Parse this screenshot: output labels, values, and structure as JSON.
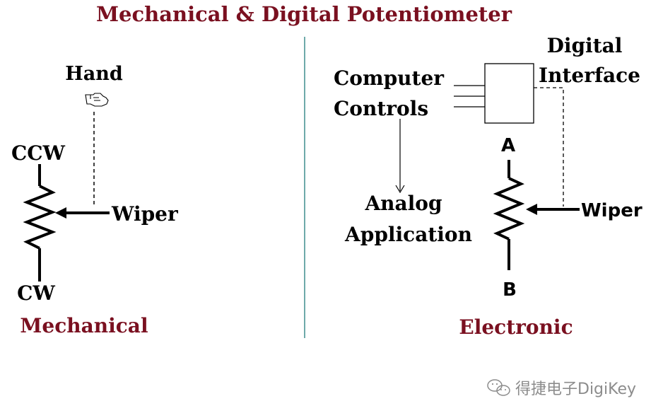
{
  "title": "Mechanical & Digital Potentiometer",
  "colors": {
    "title": "#7a1020",
    "caption": "#7a1020",
    "line": "#000000",
    "divider": "#3e8e8e",
    "watermark": "#8c8c8c"
  },
  "mechanical": {
    "hand_label": "Hand",
    "hand_icon": "hand-icon",
    "ccw_label": "CCW",
    "cw_label": "CW",
    "wiper_label": "Wiper",
    "caption": "Mechanical"
  },
  "electronic": {
    "computer_label_line1": "Computer",
    "computer_label_line2": "Controls",
    "digital_label_line1": "Digital",
    "digital_label_line2": "Interface",
    "analog_label_line1": "Analog",
    "analog_label_line2": "Application",
    "terminal_a": "A",
    "terminal_b": "B",
    "wiper_label": "Wiper",
    "caption": "Electronic"
  },
  "watermark": {
    "icon": "wechat-icon",
    "text": "得捷电子DigiKey"
  }
}
